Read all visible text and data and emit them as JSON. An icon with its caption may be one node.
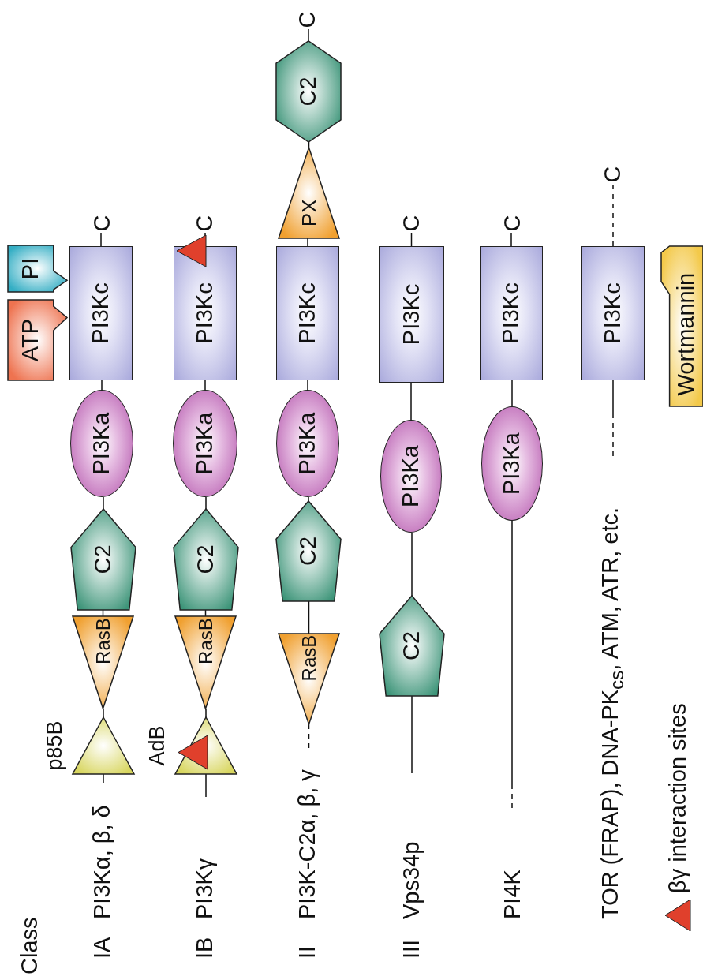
{
  "diagram": {
    "nodes": [
      {
        "text": [
          "C"
        ]
      },
      {
        "text": [
          "PI"
        ]
      },
      {
        "text": [
          "ATP"
        ]
      },
      {
        "text": [
          "PI3Kc"
        ]
      },
      {
        "text": [
          "PI3Ka"
        ]
      },
      {
        "text": [
          "C2"
        ]
      },
      {
        "text": [
          "RasB"
        ]
      },
      {
        "text": [
          "p85B"
        ]
      },
      {
        "text": [
          "C"
        ]
      },
      {
        "text": [
          "PI3Kc"
        ]
      },
      {
        "text": [
          "PI3Ka"
        ]
      },
      {
        "text": [
          "C2"
        ]
      },
      {
        "text": [
          "RasB"
        ]
      },
      {
        "text": [
          "AdB"
        ]
      },
      {
        "text": [
          "C"
        ]
      },
      {
        "text": [
          "C2"
        ]
      },
      {
        "text": [
          "PX"
        ]
      },
      {
        "text": [
          "PI3Kc"
        ]
      },
      {
        "text": [
          "PI3Ka"
        ]
      },
      {
        "text": [
          "C2"
        ]
      },
      {
        "text": [
          "RasB"
        ]
      },
      {
        "text": [
          "C"
        ]
      },
      {
        "text": [
          "PI3Kc"
        ]
      },
      {
        "text": [
          "PI3Ka"
        ]
      },
      {
        "text": [
          "C2"
        ]
      },
      {
        "text": [
          "C"
        ]
      },
      {
        "text": [
          "PI3Kc"
        ]
      },
      {
        "text": [
          "PI3Ka"
        ]
      },
      {
        "text": [
          "C"
        ]
      },
      {
        "text": [
          "PI3Kc"
        ]
      },
      {
        "text": [
          "Wortmannin"
        ]
      }
    ],
    "edges": [
      {
        "from": 3,
        "to": 0,
        "arrow": "none"
      },
      {
        "from": 4,
        "to": 3,
        "arrow": "none"
      },
      {
        "from": 5,
        "to": 4,
        "arrow": "none"
      },
      {
        "from": 6,
        "to": 5,
        "arrow": "none"
      },
      {
        "from": 7,
        "to": 6,
        "arrow": "none"
      },
      {
        "from": 7,
        "to": null,
        "arrow": "none"
      },
      {
        "from": 9,
        "to": 8,
        "arrow": "none"
      },
      {
        "from": 10,
        "to": 9,
        "arrow": "none"
      },
      {
        "from": 11,
        "to": 10,
        "arrow": "none"
      },
      {
        "from": 12,
        "to": 11,
        "arrow": "none"
      },
      {
        "from": 13,
        "to": 12,
        "arrow": "none"
      },
      {
        "from": 13,
        "to": null,
        "arrow": "none"
      },
      {
        "from": 15,
        "to": 14,
        "arrow": "none"
      },
      {
        "from": 16,
        "to": 15,
        "arrow": "none"
      },
      {
        "from": 17,
        "to": 16,
        "arrow": "none"
      },
      {
        "from": 18,
        "to": 17,
        "arrow": "none"
      },
      {
        "from": 19,
        "to": 18,
        "arrow": "none"
      },
      {
        "from": 20,
        "to": 19,
        "arrow": "none"
      },
      {
        "from": 20,
        "to": null,
        "arrow": "none",
        "style": "dashed"
      },
      {
        "from": 22,
        "to": 21,
        "arrow": "none"
      },
      {
        "from": 23,
        "to": 22,
        "arrow": "none"
      },
      {
        "from": 24,
        "to": 23,
        "arrow": "none"
      },
      {
        "from": 24,
        "to": null,
        "arrow": "none"
      },
      {
        "from": 26,
        "to": 25,
        "arrow": "none"
      },
      {
        "from": 27,
        "to": 26,
        "arrow": "none"
      },
      {
        "from": 27,
        "to": null,
        "arrow": "none",
        "style": "dashed"
      },
      {
        "from": 29,
        "to": 28,
        "arrow": "none",
        "style": "dashed"
      },
      {
        "from": 29,
        "to": null,
        "arrow": "none",
        "style": "dashed"
      }
    ],
    "labels": [
      "Class",
      "IA",
      "PI3Kα, β, δ",
      "IB",
      "PI3Kγ",
      "II",
      "PI3K-C2α, β, γ",
      "III",
      "Vps34p",
      "PI4K",
      "TOR (FRAP), DNA-PK$_{cs}$, ATM, ATR, etc."
    ],
    "legend": [
      {
        "text": "βγ interaction sites"
      }
    ]
  }
}
